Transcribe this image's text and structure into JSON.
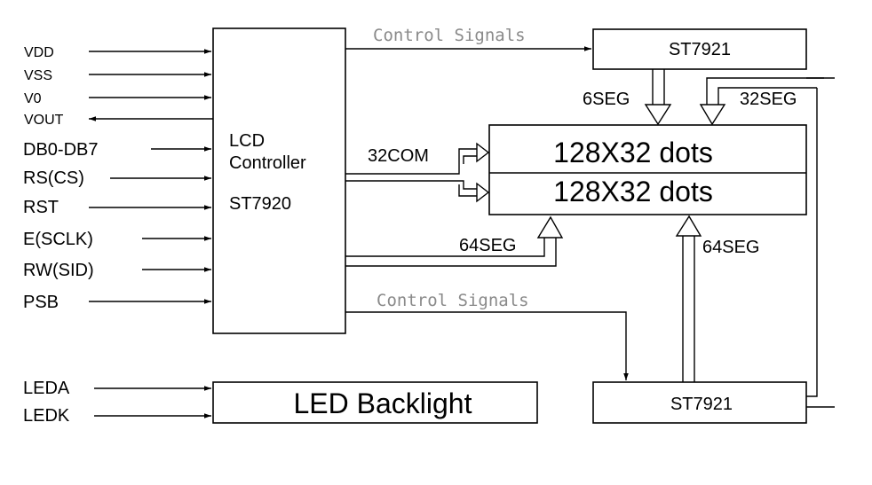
{
  "pins": {
    "vdd": "VDD",
    "vss": "VSS",
    "v0": "V0",
    "vout": "VOUT",
    "db": "DB0-DB7",
    "rs": "RS(CS)",
    "rst": "RST",
    "e": "E(SCLK)",
    "rw": "RW(SID)",
    "psb": "PSB",
    "leda": "LEDA",
    "ledk": "LEDK"
  },
  "controller": {
    "line1": "LCD",
    "line2": "Controller",
    "model": "ST7920"
  },
  "driver_top": "ST7921",
  "driver_bottom": "ST7921",
  "panel_top": "128X32 dots",
  "panel_bottom": "128X32 dots",
  "backlight": "LED Backlight",
  "signals": {
    "control_top": "Control Signals",
    "control_bottom": "Control Signals",
    "com": "32COM",
    "seg6": "6SEG",
    "seg32": "32SEG",
    "seg64_left": "64SEG",
    "seg64_right": "64SEG"
  }
}
